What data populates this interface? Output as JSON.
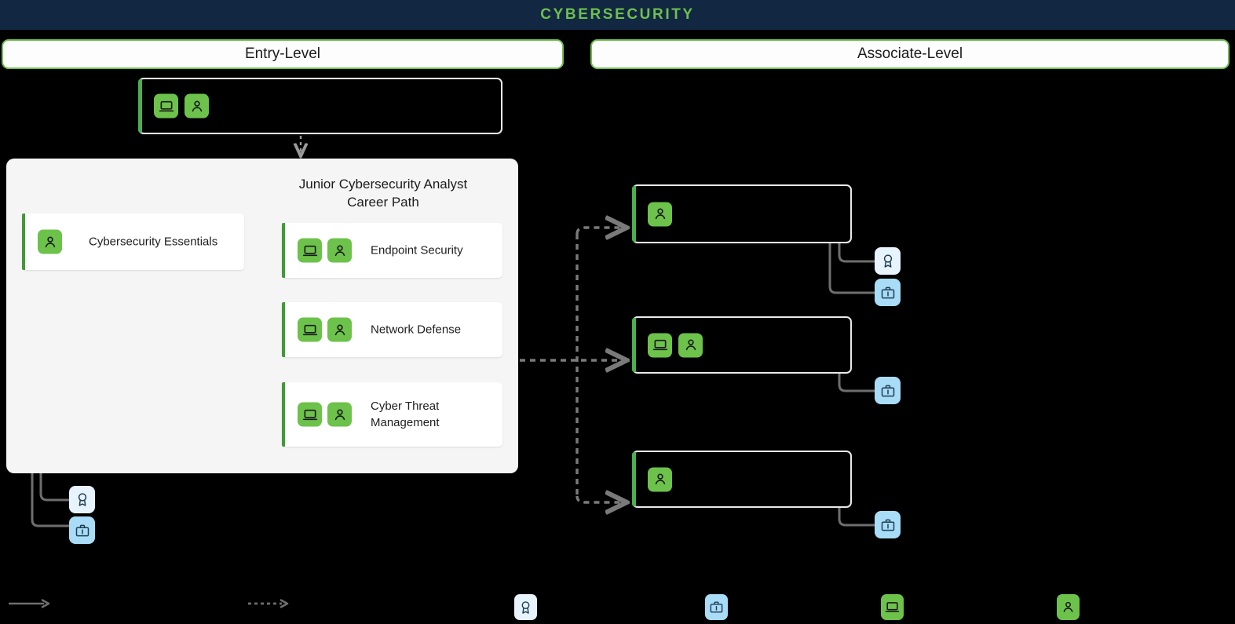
{
  "header": {
    "title": "CYBERSECURITY",
    "bg_color": "#122741",
    "title_color": "#6ec04f"
  },
  "levels": [
    {
      "label": "Entry-Level"
    },
    {
      "label": "Associate-Level"
    }
  ],
  "entry_card": {
    "label": "",
    "icons": [
      "laptop-icon",
      "profile-icon"
    ]
  },
  "career_panel": {
    "title": "Junior Cybersecurity Analyst\nCareer Path",
    "title_line1": "Junior Cybersecurity Analyst",
    "title_line2": "Career Path",
    "standalone_course": {
      "label": "Cybersecurity Essentials",
      "icons": [
        "profile-icon"
      ]
    },
    "path_courses": [
      {
        "label": "Endpoint Security",
        "icons": [
          "laptop-icon",
          "profile-icon"
        ]
      },
      {
        "label": "Network Defense",
        "icons": [
          "laptop-icon",
          "profile-icon"
        ]
      },
      {
        "label": "Cyber Threat Management",
        "icons": [
          "laptop-icon",
          "profile-icon"
        ]
      }
    ]
  },
  "associate_cards": [
    {
      "label": "",
      "icons": [
        "profile-icon"
      ],
      "chips": [
        "badge-icon",
        "briefcase-icon"
      ]
    },
    {
      "label": "",
      "icons": [
        "laptop-icon",
        "profile-icon"
      ],
      "chips": [
        "briefcase-icon"
      ]
    },
    {
      "label": "",
      "icons": [
        "profile-icon"
      ],
      "chips": [
        "briefcase-icon"
      ]
    }
  ],
  "panel_chips": [
    "badge-icon",
    "briefcase-icon"
  ],
  "legend": [
    {
      "key": "solid",
      "icon": "solid-arrow-icon",
      "label": ""
    },
    {
      "key": "dashed",
      "icon": "dashed-arrow-icon",
      "label": ""
    },
    {
      "key": "cert",
      "icon": "badge-icon",
      "label": ""
    },
    {
      "key": "job",
      "icon": "briefcase-icon",
      "label": ""
    },
    {
      "key": "course",
      "icon": "laptop-icon",
      "label": ""
    },
    {
      "key": "profile",
      "icon": "profile-icon",
      "label": ""
    }
  ],
  "colors": {
    "accent_green": "#6cc24a",
    "accent_green_dark": "#3f9c35",
    "banner_navy": "#122741",
    "panel_gray": "#f5f5f5",
    "chip_badge": "#e8f4fd",
    "chip_briefcase": "#a8dcf7",
    "connector_gray": "#6e6e6e",
    "page_bg": "#000000"
  }
}
